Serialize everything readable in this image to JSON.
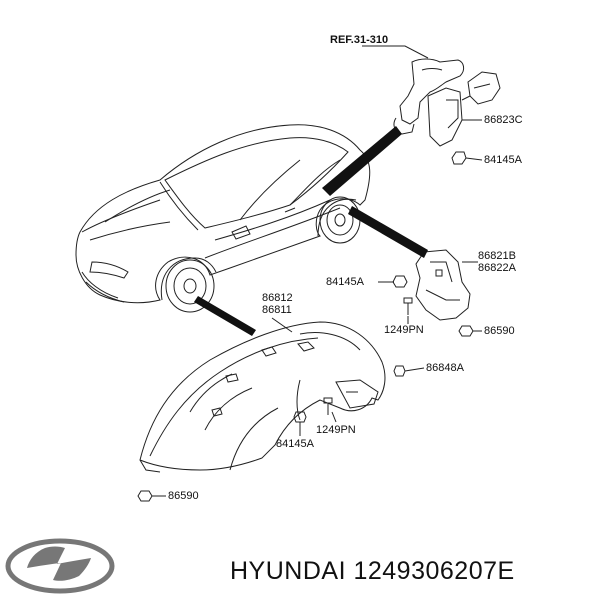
{
  "diagram": {
    "ref_label": "REF.31-310",
    "labels": {
      "p86823c": "86823C",
      "p84145a_top": "84145A",
      "p86821b": "86821B",
      "p86822a": "86822A",
      "p84145a_mid": "84145A",
      "p1249pn_mid": "1249PN",
      "p86590_mid": "86590",
      "p86812": "86812",
      "p86811": "86811",
      "p86848a": "86848A",
      "p1249pn_low": "1249PN",
      "p84145a_low": "84145A",
      "p86590_low": "86590"
    }
  },
  "footer": {
    "brand_part": "HYUNDAI 1249306207E",
    "logo_icon": "hyundai-logo-icon"
  },
  "colors": {
    "line": "#222222",
    "background": "#ffffff"
  }
}
